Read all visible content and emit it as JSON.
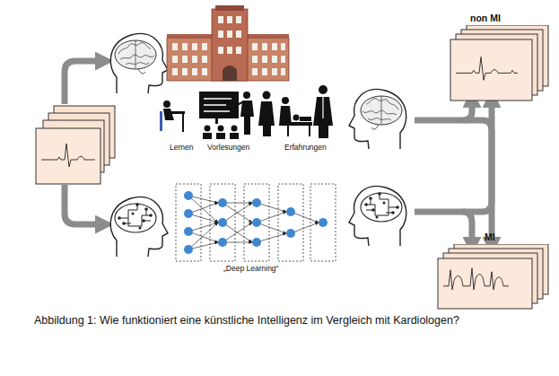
{
  "diagram": {
    "caption": "Abbildung 1: Wie funktioniert eine künstliche Intelligenz im Vergleich mit Kardiologen?",
    "nodes": [
      {
        "text": [
          "non MI"
        ]
      },
      {
        "text": [
          "MI"
        ]
      }
    ],
    "labels": [
      "Lernen",
      "Vorlesungen",
      "Erfahrungen",
      "„Deep Learning“"
    ]
  }
}
